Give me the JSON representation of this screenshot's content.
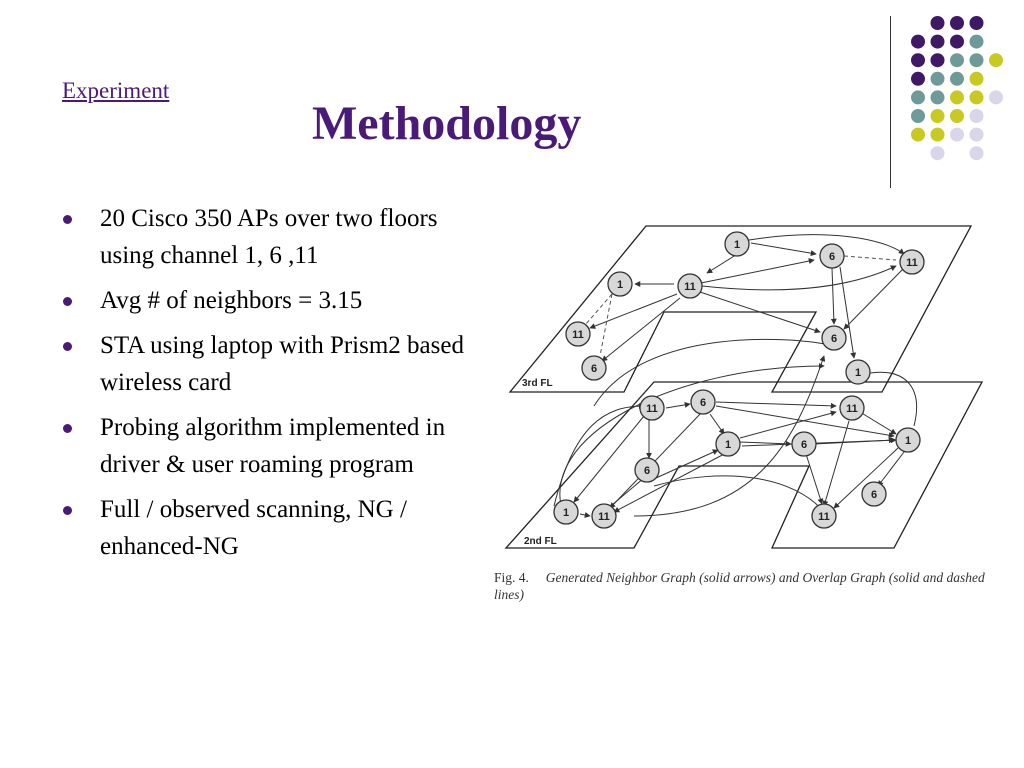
{
  "header": {
    "nav_link": "Experiment",
    "title": "Methodology"
  },
  "bullets": [
    "20 Cisco 350 APs over two floors using channel 1, 6 ,11",
    "Avg # of neighbors = 3.15",
    "STA using laptop with Prism2 based wireless card",
    "Probing algorithm implemented in driver & user roaming program",
    "Full / observed scanning, NG / enhanced-NG"
  ],
  "figure": {
    "floor_3_label": "3rd FL",
    "floor_2_label": "2nd FL",
    "caption_label": "Fig. 4.",
    "caption_text": "Generated Neighbor Graph (solid arrows) and Overlap Graph (solid and dashed lines)",
    "nodes_3rd": [
      "1",
      "6",
      "11",
      "1",
      "11",
      "11",
      "6",
      "6",
      "1"
    ],
    "nodes_2nd": [
      "11",
      "6",
      "11",
      "1",
      "6",
      "1",
      "6",
      "1",
      "11",
      "6",
      "11"
    ]
  },
  "colors": {
    "accent": "#4a1a78",
    "dot_purple": "#3f1866",
    "dot_teal": "#6f9a9a",
    "dot_yellow": "#c9c923",
    "dot_lavender": "#d8d6e8"
  }
}
